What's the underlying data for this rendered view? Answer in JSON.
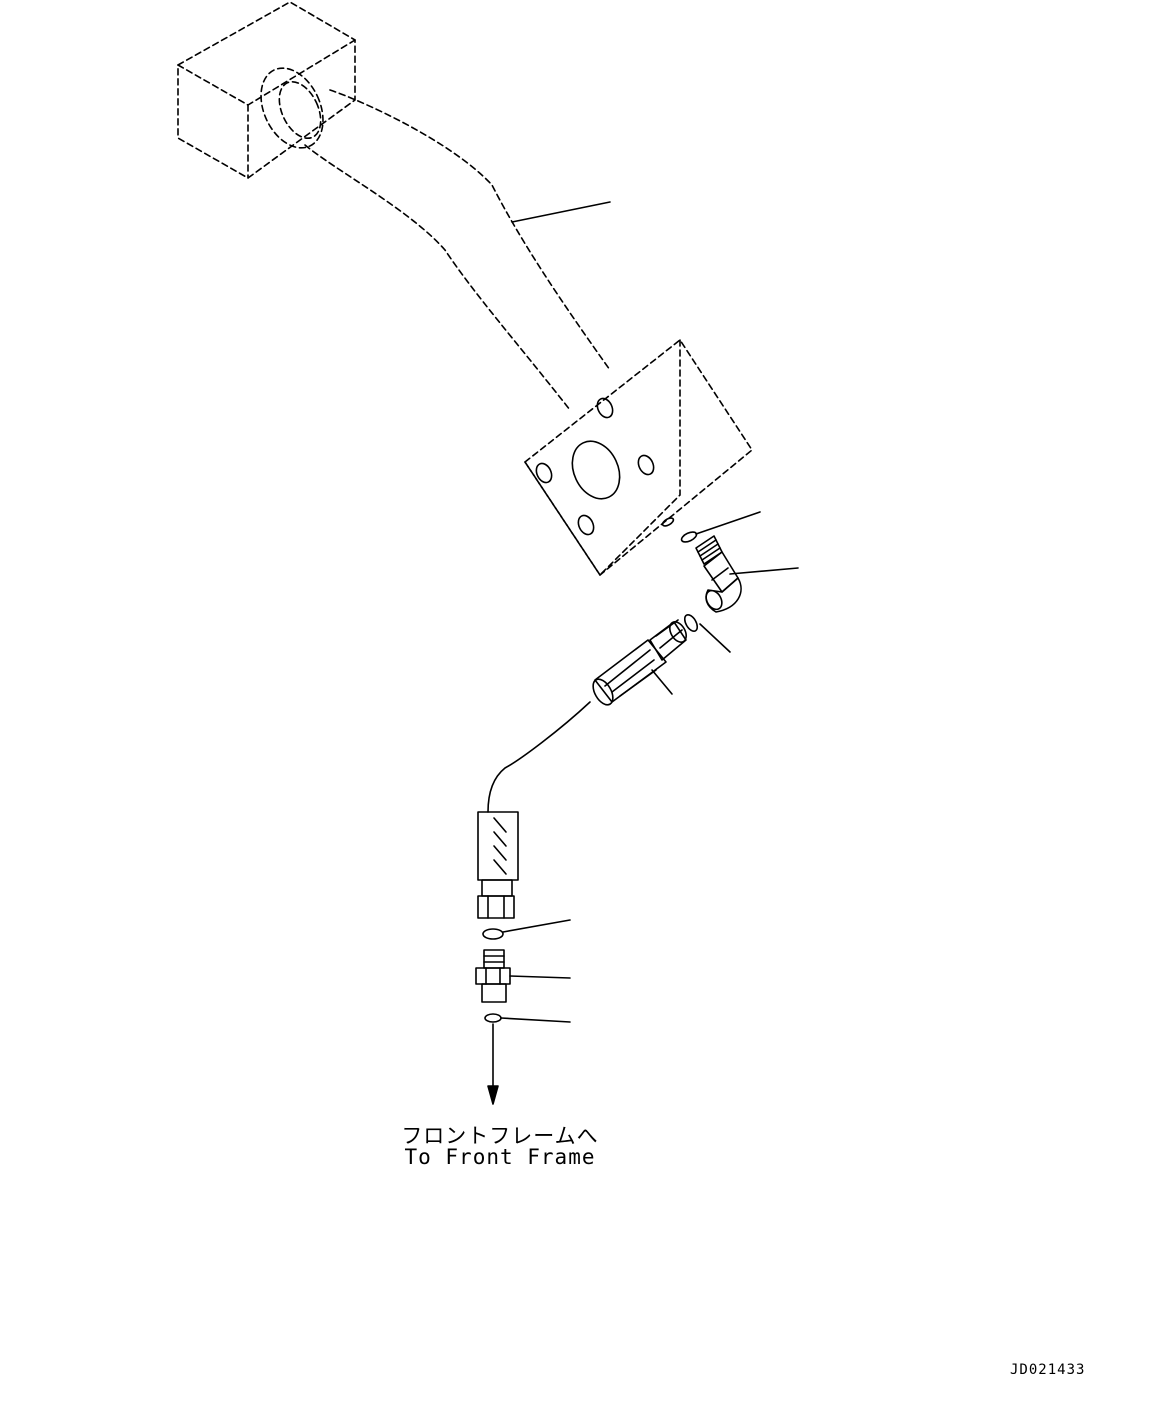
{
  "destination": {
    "japanese": "フロントフレームへ",
    "english": "To Front Frame"
  },
  "drawing_id": "JD021433",
  "parts": [
    {
      "name": "tube"
    },
    {
      "name": "o-ring"
    },
    {
      "name": "elbow"
    },
    {
      "name": "o-ring"
    },
    {
      "name": "hose"
    },
    {
      "name": "o-ring"
    },
    {
      "name": "connector"
    },
    {
      "name": "o-ring"
    }
  ]
}
